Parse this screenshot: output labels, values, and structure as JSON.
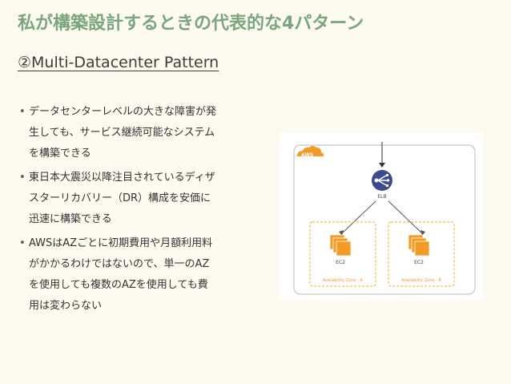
{
  "slide": {
    "title": "私が構築設計するときの代表的な4パターン",
    "subtitle": "②Multi-Datacenter Pattern",
    "bullets": [
      {
        "marker": "•",
        "lines": [
          "データセンターレベルの大きな障害が発",
          "生しても、サービス継続可能なシステム",
          "を構築できる"
        ]
      },
      {
        "marker": "•",
        "lines": [
          "東日本大震災以降注目されているディザ",
          "スターリカバリー（DR）構成を安価に",
          "迅速に構築できる"
        ]
      },
      {
        "marker": "•",
        "lines": [
          "AWSはAZごとに初期費用や月額利用料",
          "がかかるわけではないので、単一のAZ",
          "を使用しても複数のAZを使用しても費",
          "用は変わらない"
        ]
      }
    ]
  },
  "diagram": {
    "cloud_label": "AWS",
    "load_balancer_label": "ELB",
    "instances": [
      {
        "label": "EC2",
        "zone_label": "Availability Zone - A"
      },
      {
        "label": "EC2",
        "zone_label": "Availability Zone - B"
      }
    ],
    "colors": {
      "aws_orange": "#f29c27",
      "elb_blue": "#3d4a8f",
      "zone_border": "#f5b84a",
      "cloud_border": "#bbbbbb"
    },
    "icons": [
      "aws-cloud-icon",
      "elb-icon",
      "ec2-icon"
    ]
  }
}
